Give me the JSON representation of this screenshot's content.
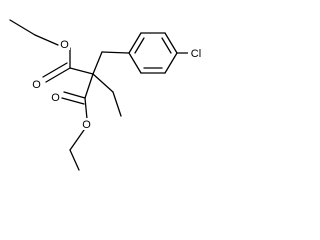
{
  "molecule": {
    "atoms": {
      "o_top_ether": "O",
      "o_top_carbonyl": "O",
      "o_bottom_carbonyl": "O",
      "o_bottom_ether": "O",
      "chlorine": "Cl"
    }
  }
}
